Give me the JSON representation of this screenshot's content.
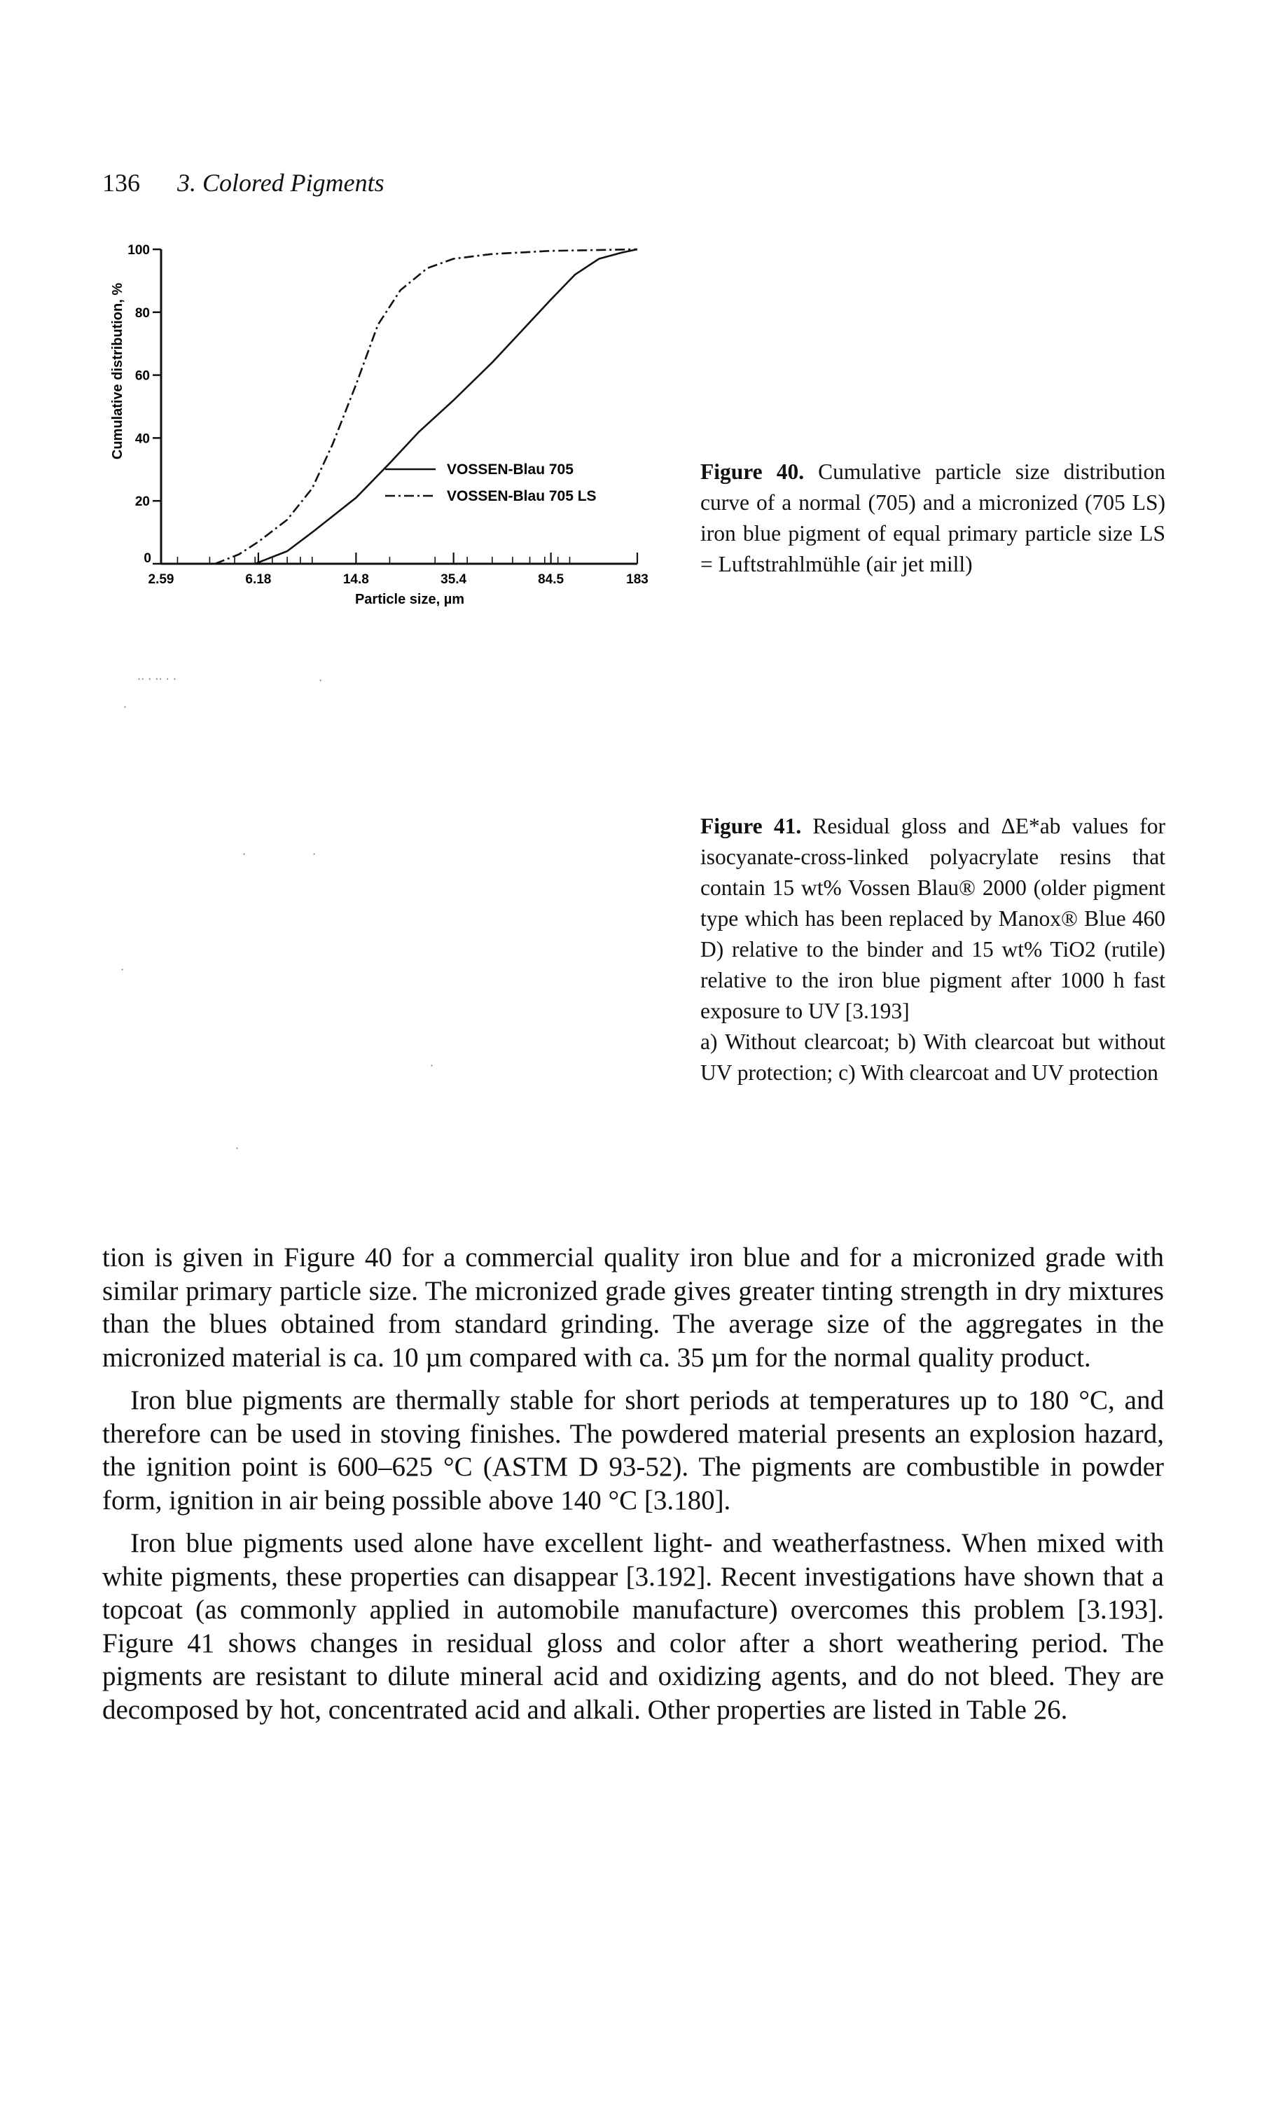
{
  "header": {
    "page_number": "136",
    "section": "3. Colored Pigments"
  },
  "figure40": {
    "caption_label": "Figure 40.",
    "caption_text": "Cumulative particle size distribution curve of a normal (705) and a micronized (705 LS) iron blue pigment of equal primary particle size LS = Luftstrahlmühle (air jet mill)"
  },
  "chart_data": {
    "type": "line",
    "title": "",
    "xlabel": "Particle size, µm",
    "ylabel": "Cumulative distribution, %",
    "x_scale": "log",
    "x_ticks": [
      "2.59",
      "6.18",
      "14.8",
      "35.4",
      "84.5",
      "183"
    ],
    "y_ticks": [
      "0",
      "20",
      "40",
      "60",
      "80",
      "100"
    ],
    "ylim": [
      0,
      100
    ],
    "grid": false,
    "legend_position": "inside-right",
    "series": [
      {
        "name": "VOSSEN-Blau 705",
        "line_style": "solid",
        "points": [
          [
            6.0,
            0
          ],
          [
            8,
            4
          ],
          [
            10,
            10
          ],
          [
            14.8,
            21
          ],
          [
            20,
            32
          ],
          [
            26,
            42
          ],
          [
            35.4,
            52
          ],
          [
            50,
            64
          ],
          [
            65,
            74
          ],
          [
            84.5,
            84
          ],
          [
            105,
            92
          ],
          [
            130,
            97
          ],
          [
            160,
            99
          ],
          [
            183,
            100
          ]
        ]
      },
      {
        "name": "VOSSEN-Blau 705 LS",
        "line_style": "dashdot",
        "points": [
          [
            4.2,
            0
          ],
          [
            5.2,
            3
          ],
          [
            6.18,
            7
          ],
          [
            8,
            14
          ],
          [
            10,
            24
          ],
          [
            12,
            38
          ],
          [
            14.8,
            57
          ],
          [
            18,
            76
          ],
          [
            22,
            87
          ],
          [
            28,
            94
          ],
          [
            35.4,
            97
          ],
          [
            50,
            98.5
          ],
          [
            84.5,
            99.5
          ],
          [
            183,
            100
          ]
        ]
      }
    ]
  },
  "figure41": {
    "caption_label": "Figure 41.",
    "caption_text": "Residual gloss and ΔE*ab values for isocyanate-cross-linked polyacrylate resins that contain 15 wt% Vossen Blau® 2000 (older pigment type which has been replaced by Manox® Blue 460 D) relative to the binder and 15 wt% TiO2 (rutile) relative to the iron blue pigment after 1000 h fast exposure to UV [3.193]",
    "caption_sub": "a) Without clearcoat; b) With clearcoat but without UV protection; c) With clearcoat and UV protection"
  },
  "body": {
    "p1": "tion is given in Figure 40 for a commercial quality iron blue and for a micronized grade with similar primary particle size. The micronized grade gives greater tinting strength in dry mixtures than the blues obtained from standard grinding. The average size of the aggregates in the micronized material is ca. 10 µm compared with ca. 35 µm for the normal quality product.",
    "p2": "Iron blue pigments are thermally stable for short periods at temperatures up to 180 °C, and therefore can be used in stoving finishes. The powdered material presents an explosion hazard, the ignition point is 600–625 °C (ASTM D 93-52). The pigments are combustible in powder form, ignition in air being possible above 140 °C [3.180].",
    "p3": "Iron blue pigments used alone have excellent light- and weatherfastness. When mixed with white pigments, these properties can disappear [3.192]. Recent investigations have shown that a topcoat (as commonly applied in automobile manufacture) overcomes this problem [3.193]. Figure 41 shows changes in residual gloss and color after a short weathering period. The pigments are resistant to dilute mineral acid and oxidizing agents, and do not bleed. They are decomposed by hot, concentrated acid and alkali. Other properties are listed in Table 26."
  }
}
